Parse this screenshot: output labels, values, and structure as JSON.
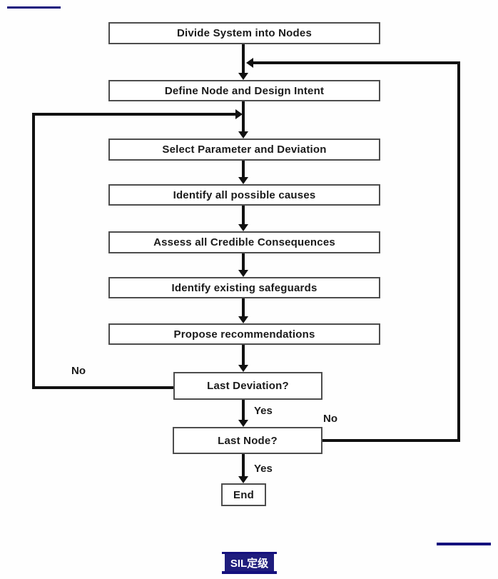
{
  "page": {
    "background": "#ffffff",
    "accent_navy": "#14107d"
  },
  "flowchart": {
    "title": "HAZOP study procedure flowchart",
    "colors": {
      "box_border": "#4d4d4d",
      "box_fill": "#ffffff",
      "line": "#111111",
      "text": "#1a1a1a"
    },
    "nodes": [
      {
        "id": "divide-system",
        "label": "Divide System into Nodes"
      },
      {
        "id": "define-node",
        "label": "Define Node and Design Intent"
      },
      {
        "id": "select-parameter",
        "label": "Select Parameter and Deviation"
      },
      {
        "id": "identify-causes",
        "label": "Identify all possible causes"
      },
      {
        "id": "assess-consequences",
        "label": "Assess all Credible Consequences"
      },
      {
        "id": "identify-safeguards",
        "label": "Identify existing safeguards"
      },
      {
        "id": "propose-recommendations",
        "label": "Propose recommendations"
      },
      {
        "id": "last-deviation",
        "label": "Last Deviation?"
      },
      {
        "id": "last-node",
        "label": "Last Node?"
      },
      {
        "id": "end",
        "label": "End"
      }
    ],
    "edges": [
      {
        "from": "divide-system",
        "to": "define-node"
      },
      {
        "from": "define-node",
        "to": "select-parameter"
      },
      {
        "from": "select-parameter",
        "to": "identify-causes"
      },
      {
        "from": "identify-causes",
        "to": "assess-consequences"
      },
      {
        "from": "assess-consequences",
        "to": "identify-safeguards"
      },
      {
        "from": "identify-safeguards",
        "to": "propose-recommendations"
      },
      {
        "from": "propose-recommendations",
        "to": "last-deviation"
      },
      {
        "from": "last-deviation",
        "to": "last-node",
        "label": "Yes"
      },
      {
        "from": "last-deviation",
        "to": "select-parameter",
        "label": "No"
      },
      {
        "from": "last-node",
        "to": "end",
        "label": "Yes"
      },
      {
        "from": "last-node",
        "to": "define-node",
        "label": "No"
      }
    ],
    "labels": {
      "no_left": "No",
      "yes_after_last_deviation": "Yes",
      "no_right": "No",
      "yes_after_last_node": "Yes"
    }
  },
  "footer_badge": {
    "text": "SIL定级",
    "background": "#1f1d7d",
    "text_color": "#ffffff"
  }
}
